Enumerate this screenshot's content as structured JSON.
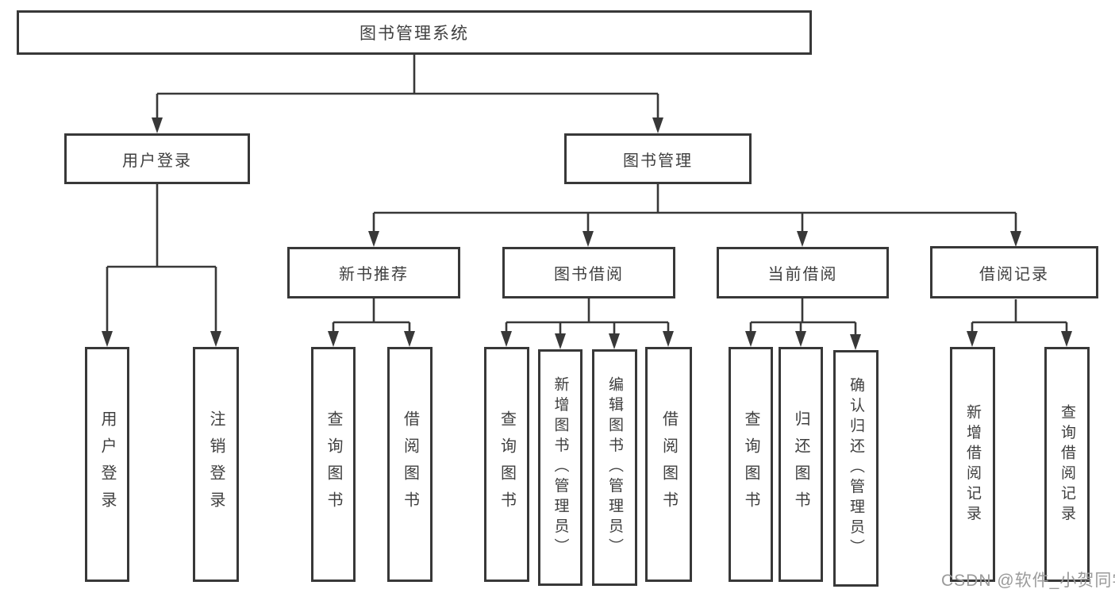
{
  "diagram": {
    "root": {
      "label": "图书管理系统"
    },
    "level2": [
      {
        "label": "用户登录"
      },
      {
        "label": "图书管理"
      }
    ],
    "level3": [
      {
        "label": "新书推荐"
      },
      {
        "label": "图书借阅"
      },
      {
        "label": "当前借阅"
      },
      {
        "label": "借阅记录"
      }
    ],
    "leaves": {
      "user_login": [
        {
          "label": "用户登录"
        },
        {
          "label": "注销登录"
        }
      ],
      "new_book": [
        {
          "label": "查询图书"
        },
        {
          "label": "借阅图书"
        }
      ],
      "book_borrow": [
        {
          "label": "查询图书"
        },
        {
          "label": "新增图书（管理员）"
        },
        {
          "label": "编辑图书（管理员）"
        },
        {
          "label": "借阅图书"
        }
      ],
      "current_borrow": [
        {
          "label": "查询图书"
        },
        {
          "label": "归还图书"
        },
        {
          "label": "确认归还（管理员）"
        }
      ],
      "borrow_records": [
        {
          "label": "新增借阅记录"
        },
        {
          "label": "查询借阅记录"
        }
      ]
    },
    "watermark": "CSDN @软件_小贺同学",
    "colors": {
      "line": "#383838",
      "border": "#383838",
      "text": "#3f3f3f",
      "watermark": "#9a9a9a",
      "background": "#ffffff"
    }
  }
}
